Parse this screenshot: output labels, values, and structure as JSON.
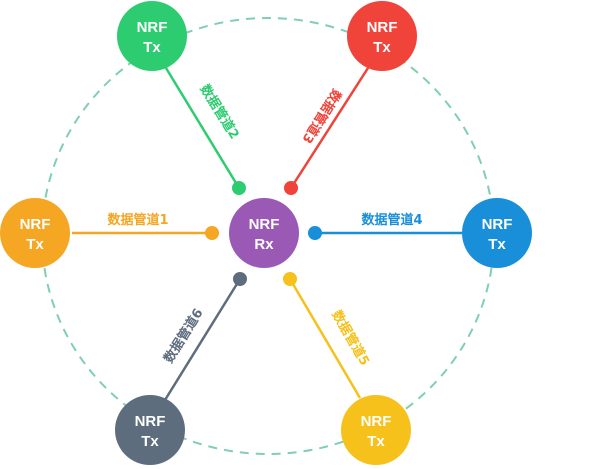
{
  "rx_node": {
    "line1": "NRF",
    "line2": "Rx",
    "color": "#9b59b6"
  },
  "tx_nodes": [
    {
      "id": "tx1",
      "line1": "NRF",
      "line2": "Tx",
      "color": "#f5a623"
    },
    {
      "id": "tx2",
      "line1": "NRF",
      "line2": "Tx",
      "color": "#2ecc71"
    },
    {
      "id": "tx3",
      "line1": "NRF",
      "line2": "Tx",
      "color": "#f0433a"
    },
    {
      "id": "tx4",
      "line1": "NRF",
      "line2": "Tx",
      "color": "#1a8fd9"
    },
    {
      "id": "tx5",
      "line1": "NRF",
      "line2": "Tx",
      "color": "#f6c11a"
    },
    {
      "id": "tx6",
      "line1": "NRF",
      "line2": "Tx",
      "color": "#5d6d7e"
    }
  ],
  "pipes": [
    {
      "label": "数据管道1",
      "color": "#f5a623"
    },
    {
      "label": "数据管道2",
      "color": "#2ecc71"
    },
    {
      "label": "数据管道3",
      "color": "#f0433a"
    },
    {
      "label": "数据管道4",
      "color": "#1a8fd9"
    },
    {
      "label": "数据管道5",
      "color": "#f6c11a"
    },
    {
      "label": "数据管道6",
      "color": "#5d6d7e"
    }
  ],
  "ring_color": "#7fcfb0"
}
